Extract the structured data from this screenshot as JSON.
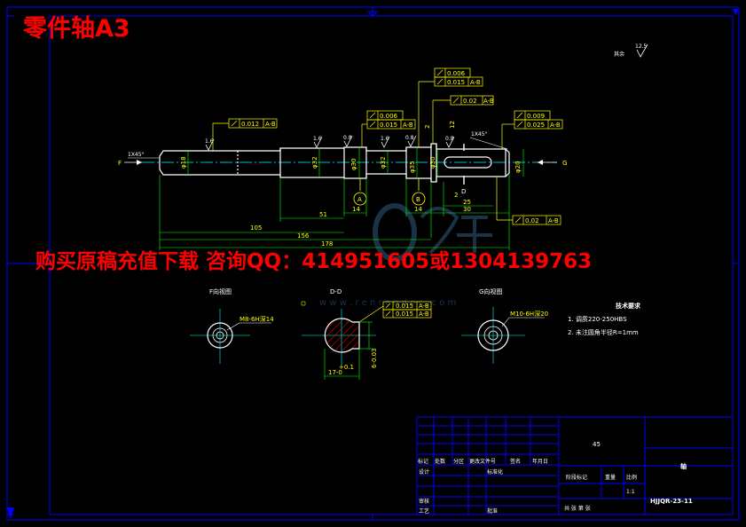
{
  "header": {
    "title": "零件轴A3"
  },
  "watermark": {
    "banner": "购买原稿充值下载 咨询QQ：414951605或1304139763",
    "url": "w w w . r e n r e n d o c . c o m"
  },
  "colors": {
    "background": "#000000",
    "frame": "#0000ff",
    "outline": "#ffffff",
    "dimension": "#00ff00",
    "annotation": "#ffff00",
    "centerline": "#00ffff",
    "section_hatch": "#ff0000",
    "title_red": "#ff0000"
  },
  "main_view": {
    "roughness_rest": "其余",
    "roughness_rest_value": "12.5",
    "roughness": [
      "1.6",
      "1.6",
      "0.8",
      "1.6",
      "0.8",
      "0.8"
    ],
    "chamfer_left": "1X45°",
    "chamfer_right": "1X45°",
    "arrow_left": "F",
    "arrow_right": "G",
    "tolerances": [
      {
        "value": "0.012",
        "datum": "A-B"
      },
      {
        "value": "0.006",
        "datum": ""
      },
      {
        "value": "0.015",
        "datum": "A-B"
      },
      {
        "value": "0.006",
        "datum": ""
      },
      {
        "value": "0.015",
        "datum": "A-B"
      },
      {
        "value": "0.02",
        "datum": "A-B"
      },
      {
        "value": "0.009",
        "datum": ""
      },
      {
        "value": "0.025",
        "datum": "A-B"
      },
      {
        "value": "0.02",
        "datum": "A-B"
      }
    ],
    "diameters": [
      "φ18",
      "φ32",
      "φ30",
      "φ32",
      "φ35",
      "φ30",
      "φ20"
    ],
    "datum_labels": [
      "A",
      "B"
    ],
    "section_mark": "D",
    "dimensions": [
      "105",
      "51",
      "14",
      "14",
      "25",
      "30",
      "156",
      "178",
      "2",
      "12",
      "2"
    ]
  },
  "views": {
    "f_view": {
      "title": "F向视图",
      "note": "M8-6H深14"
    },
    "d_section": {
      "title": "D-D",
      "tol1": "0.015",
      "tol2": "0.015",
      "datum": "A-B",
      "dim_width": "17-0",
      "dim_depth": "6-0.03",
      "dim_plus": "+0.1"
    },
    "g_view": {
      "title": "G向视图",
      "note": "M10-6H深20"
    }
  },
  "requirements": {
    "title": "技术要求",
    "items": [
      "1. 调质220-250HBS",
      "2. 未注圆角半径R=1mm"
    ]
  },
  "title_block": {
    "material": "45",
    "part_name": "轴",
    "drawing_no": "HJJQR-23-11",
    "col_labels": [
      "标记",
      "处数",
      "分区",
      "更改文件号",
      "签名",
      "年月日"
    ],
    "row_labels": [
      "设计",
      "审核",
      "工艺"
    ],
    "std": "标准化",
    "approve": "批准",
    "stage": "阶段标记",
    "weight": "重量",
    "scale_label": "比例",
    "scale": "1:1",
    "sheets": "共  张  第  张"
  }
}
